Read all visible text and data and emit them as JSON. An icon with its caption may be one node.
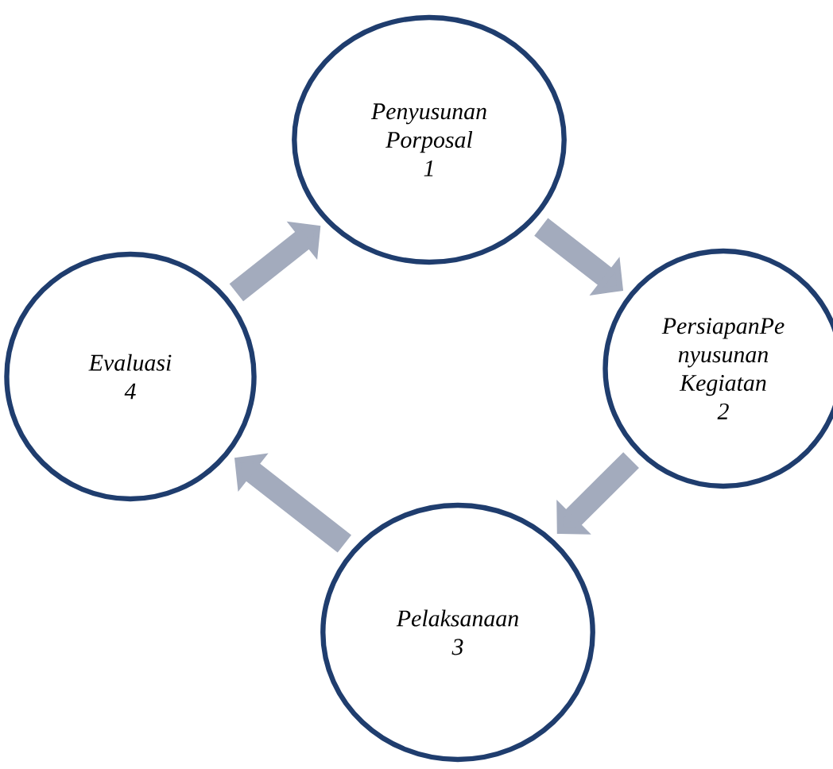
{
  "diagram": {
    "nodes": [
      {
        "text": [
          "Penyusunan Porposal",
          "1"
        ]
      },
      {
        "text": [
          "PersiapanPe nyusunan Kegiatan",
          "2"
        ]
      },
      {
        "text": [
          "Pelaksanaan",
          "3"
        ]
      },
      {
        "text": [
          "Evaluasi",
          "4"
        ]
      }
    ],
    "edges": [
      {
        "from": 0,
        "to": 1,
        "arrow": "to"
      },
      {
        "from": 1,
        "to": 2,
        "arrow": "to"
      },
      {
        "from": 2,
        "to": 3,
        "arrow": "to"
      },
      {
        "from": 3,
        "to": 0,
        "arrow": "to"
      }
    ]
  }
}
